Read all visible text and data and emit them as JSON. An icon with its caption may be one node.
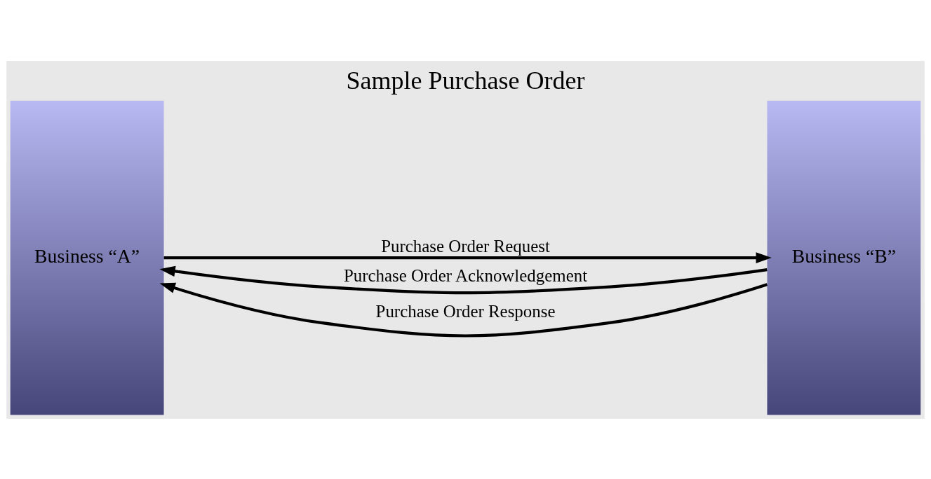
{
  "diagram": {
    "title": "Sample Purchase Order",
    "nodes": [
      {
        "text": [
          "Business “A”"
        ]
      },
      {
        "text": [
          "Business “B”"
        ]
      }
    ],
    "edges": [
      {
        "from": 0,
        "to": 1,
        "arrow": "to",
        "label": "Purchase Order Request"
      },
      {
        "from": 1,
        "to": 0,
        "arrow": "to",
        "label": "Purchase Order Acknowledgement"
      },
      {
        "from": 1,
        "to": 0,
        "arrow": "to",
        "label": "Purchase Order Response"
      }
    ]
  }
}
